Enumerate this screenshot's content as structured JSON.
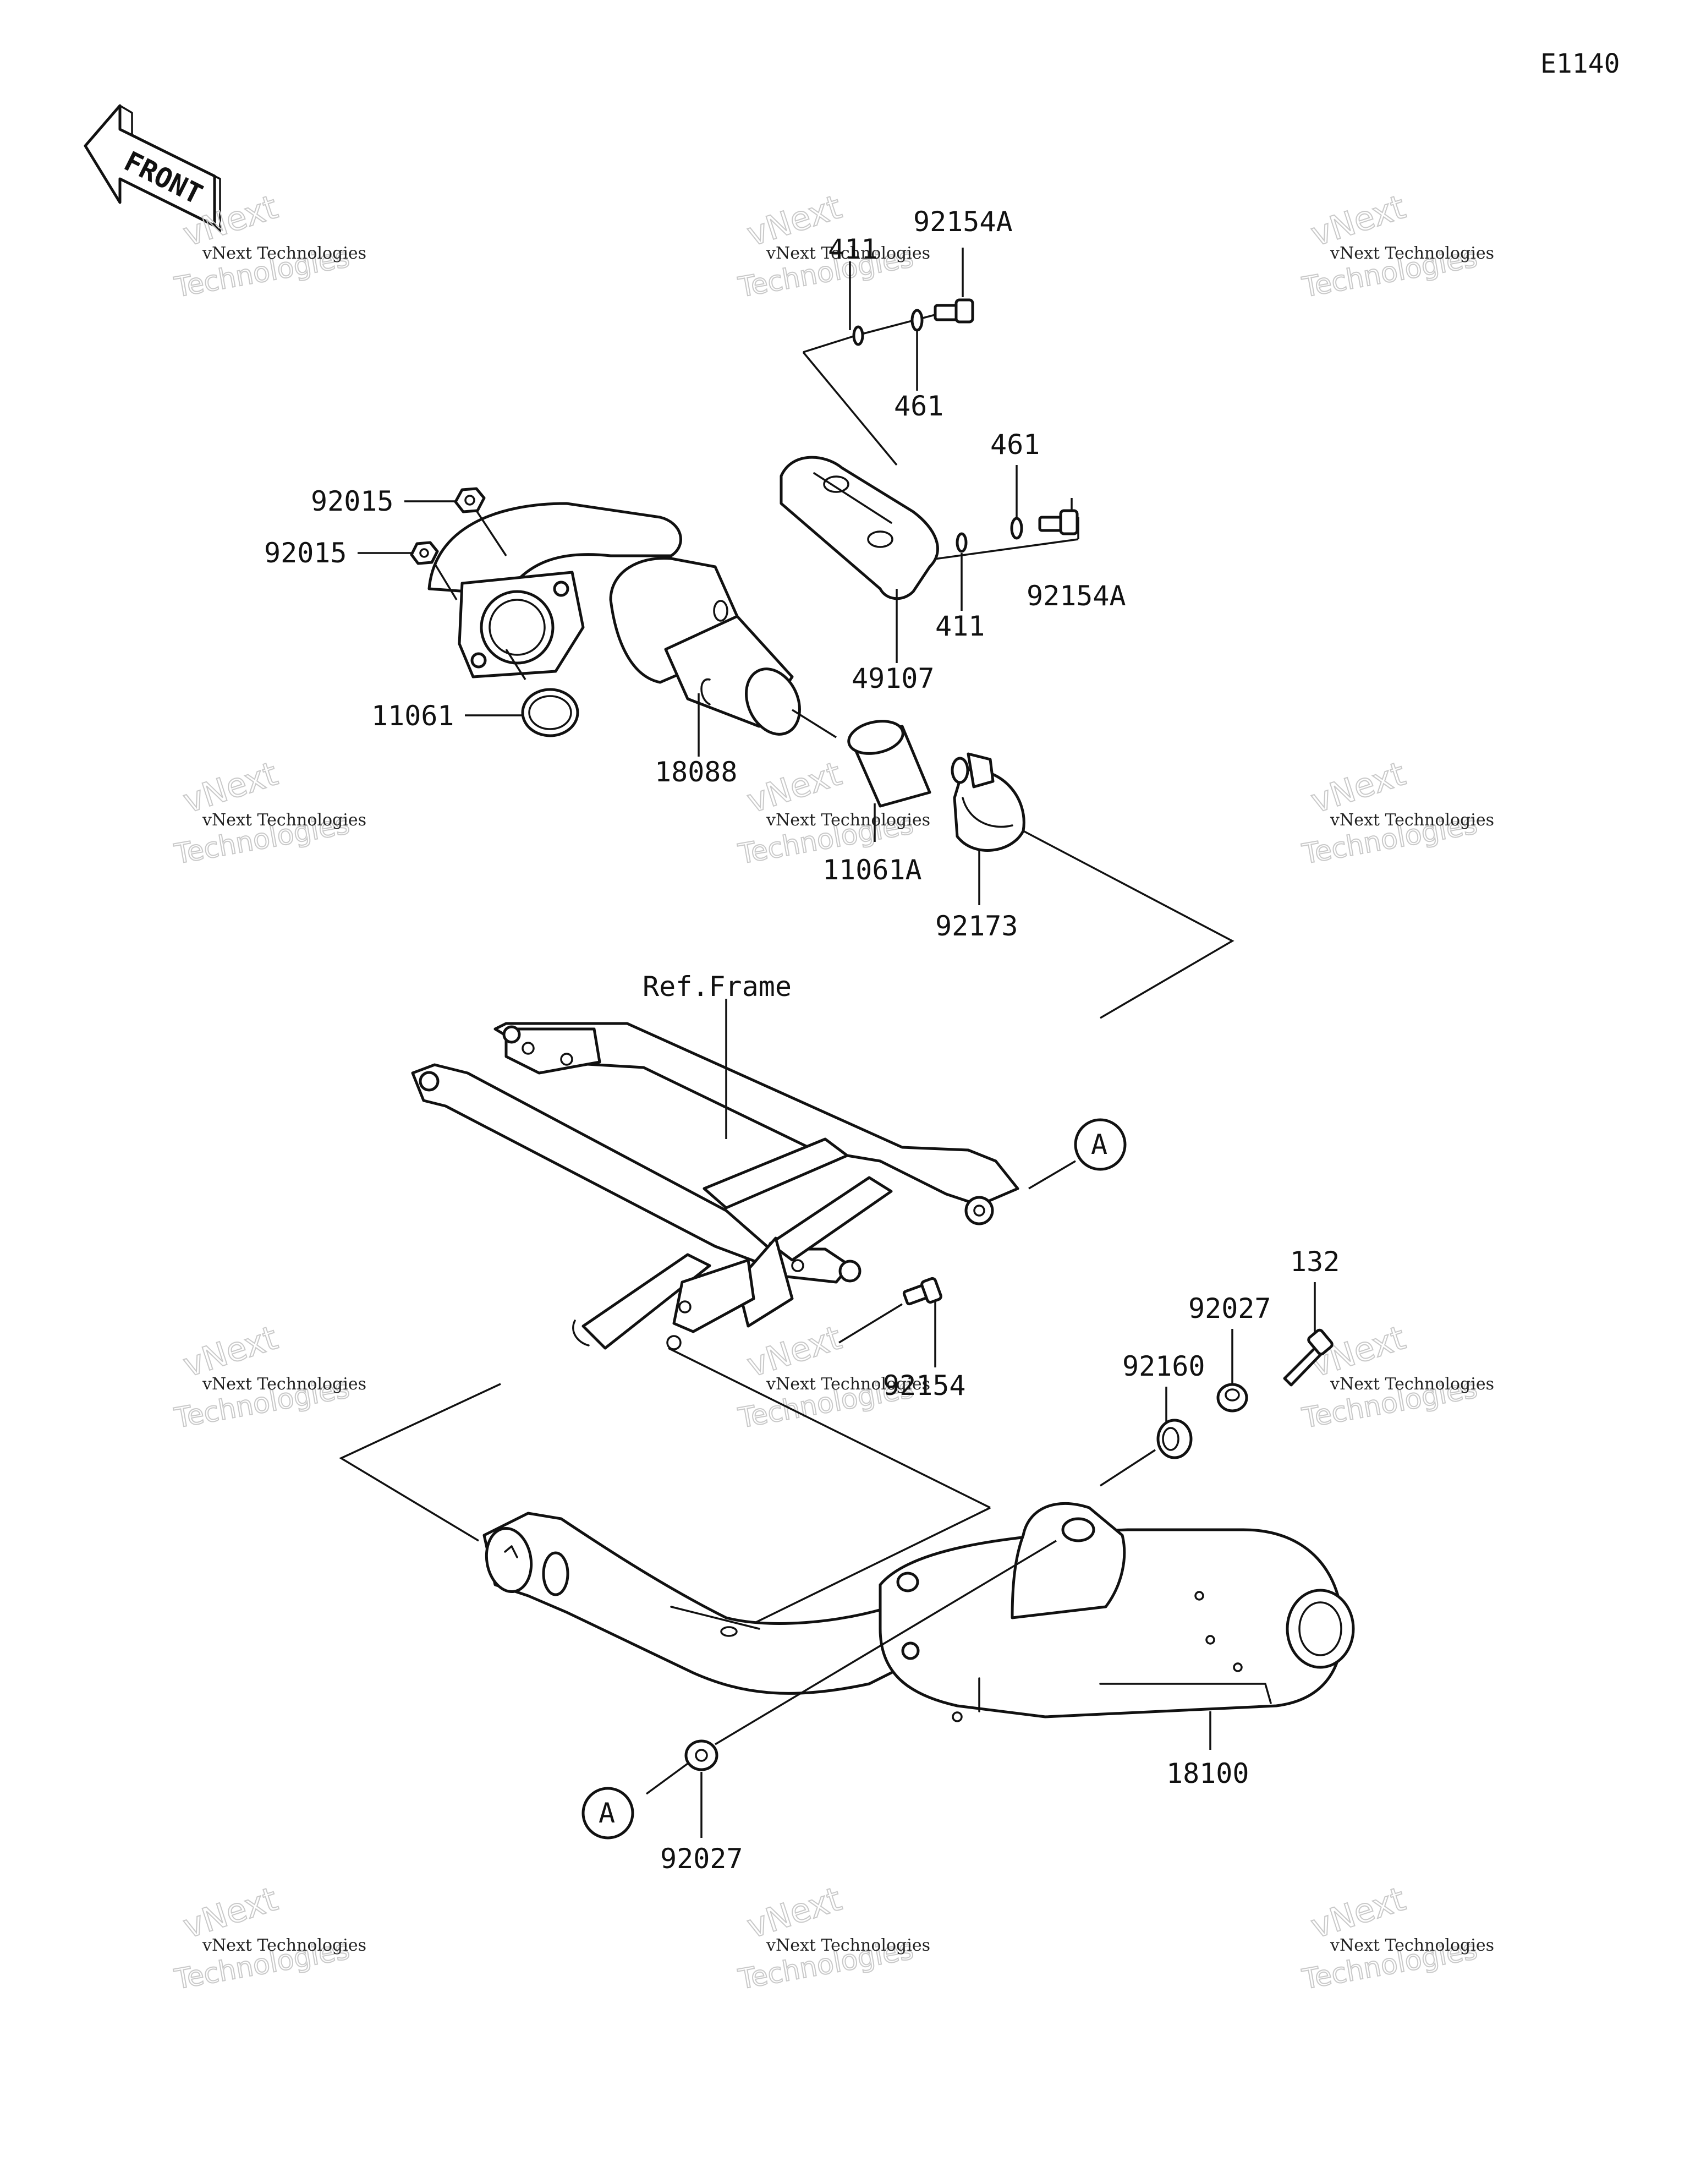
{
  "diagram": {
    "code": "E1140",
    "front_arrow": {
      "text": "FRONT"
    },
    "reference_label": "Ref.Frame",
    "callout_marker": "A",
    "watermark": {
      "line1": "vNext Technologies",
      "line2": "vNext",
      "line3": "Technologies"
    }
  },
  "parts": {
    "p92154A_top": "92154A",
    "p411_top": "411",
    "p461_top": "461",
    "p461_right": "461",
    "p92154A_right": "92154A",
    "p411_right": "411",
    "p49107": "49107",
    "p92015_a": "92015",
    "p92015_b": "92015",
    "p11061": "11061",
    "p18088": "18088",
    "p11061A": "11061A",
    "p92173": "92173",
    "p92154": "92154",
    "p132": "132",
    "p92027_top": "92027",
    "p92160": "92160",
    "p18100": "18100",
    "p92027_bottom": "92027"
  }
}
